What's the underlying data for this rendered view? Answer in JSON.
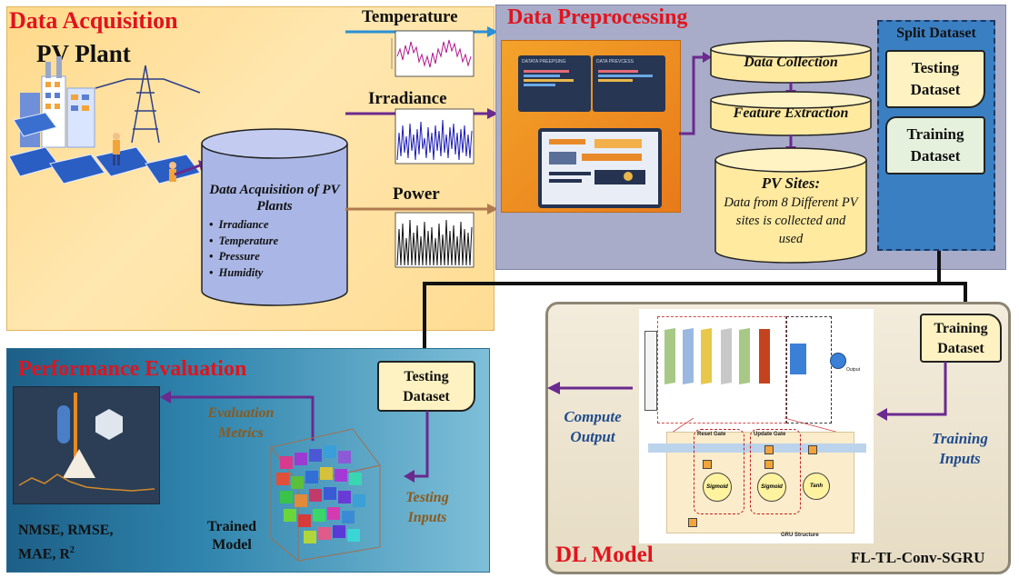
{
  "acquisition": {
    "title": "Data Acquisition",
    "plant_label": "PV Plant",
    "cylinder_title": "Data Acquisition of PV Plants",
    "bullets": [
      "Irradiance",
      "Temperature",
      "Pressure",
      "Humidity"
    ]
  },
  "signals": {
    "temperature": "Temperature",
    "irradiance": "Irradiance",
    "power": "Power"
  },
  "preprocessing": {
    "title": "Data Preprocessing",
    "collection": "Data Collection",
    "feature": "Feature Extraction",
    "sites_title": "PV Sites:",
    "sites_text": "Data from 8 Different PV sites is collected and used",
    "screen_text_1": "DATATA PREEPSING",
    "screen_text_2": "DATA PREVCESS"
  },
  "split": {
    "title": "Split Dataset",
    "testing": "Testing Dataset",
    "training": "Training Dataset"
  },
  "dl": {
    "title": "DL Model",
    "model_name": "FL-TL-Conv-SGRU",
    "training_dataset": "Training Dataset",
    "training_inputs": "Training Inputs",
    "compute_output": "Compute Output",
    "gru_structure": "GRU Structure",
    "reset_gate": "Reset Gate",
    "update_gate": "Update Gate",
    "sigmoid": "Sigmoid",
    "tanh": "Tanh",
    "output": "Output"
  },
  "performance": {
    "title": "Performance Evaluation",
    "testing_dataset": "Testing Dataset",
    "evaluation_metrics": "Evaluation Metrics",
    "testing_inputs": "Testing Inputs",
    "trained_model": "Trained Model",
    "metrics_line1": "NMSE, RMSE,",
    "metrics_line2": "MAE, R",
    "metrics_sup": "2"
  },
  "colors": {
    "title_red": "#e0141e",
    "arrow_purple": "#6a2a8e",
    "arrow_blue": "#2b8fd3",
    "arrow_brown": "#b07a4e",
    "italic_brown": "#8a5a1e",
    "italic_blue": "#1f4b8c",
    "temperature_signal": "#b0168c",
    "irradiance_signal": "#1a1ab5",
    "power_signal": "#111111"
  }
}
